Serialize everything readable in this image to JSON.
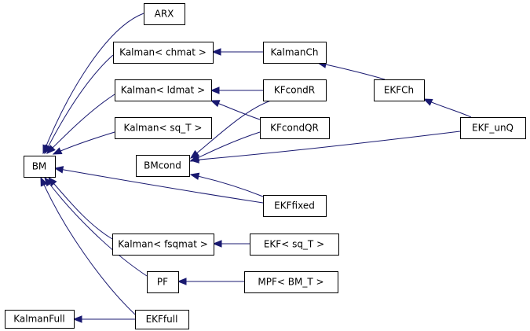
{
  "diagram": {
    "nodes": [
      {
        "id": "BM",
        "label": "BM"
      },
      {
        "id": "ARX",
        "label": "ARX"
      },
      {
        "id": "KalmanChmat",
        "label": "Kalman< chmat >"
      },
      {
        "id": "KalmanLdmat",
        "label": "Kalman< ldmat >"
      },
      {
        "id": "KalmanSqT",
        "label": "Kalman< sq_T >"
      },
      {
        "id": "BMcond",
        "label": "BMcond"
      },
      {
        "id": "KalmanFsqmat",
        "label": "Kalman< fsqmat >"
      },
      {
        "id": "PF",
        "label": "PF"
      },
      {
        "id": "KalmanFull",
        "label": "KalmanFull"
      },
      {
        "id": "EKFfull",
        "label": "EKFfull"
      },
      {
        "id": "KalmanCh",
        "label": "KalmanCh"
      },
      {
        "id": "KFcondR",
        "label": "KFcondR"
      },
      {
        "id": "KFcondQR",
        "label": "KFcondQR"
      },
      {
        "id": "EKFfixed",
        "label": "EKFfixed"
      },
      {
        "id": "EKFsqT",
        "label": "EKF< sq_T >"
      },
      {
        "id": "MPFBMT",
        "label": "MPF< BM_T >"
      },
      {
        "id": "EKFCh",
        "label": "EKFCh"
      },
      {
        "id": "EKFunQ",
        "label": "EKF_unQ"
      }
    ],
    "edges": [
      {
        "from": "ARX",
        "to": "BM"
      },
      {
        "from": "KalmanChmat",
        "to": "BM"
      },
      {
        "from": "KalmanLdmat",
        "to": "BM"
      },
      {
        "from": "KalmanSqT",
        "to": "BM"
      },
      {
        "from": "EKFfixed",
        "to": "BM"
      },
      {
        "from": "KalmanFsqmat",
        "to": "BM"
      },
      {
        "from": "PF",
        "to": "BM"
      },
      {
        "from": "EKFfull",
        "to": "BM"
      },
      {
        "from": "EKFfull",
        "to": "KalmanFull"
      },
      {
        "from": "KalmanCh",
        "to": "KalmanChmat"
      },
      {
        "from": "KFcondR",
        "to": "KalmanLdmat"
      },
      {
        "from": "KFcondQR",
        "to": "KalmanLdmat"
      },
      {
        "from": "KFcondR",
        "to": "BMcond"
      },
      {
        "from": "KFcondQR",
        "to": "BMcond"
      },
      {
        "from": "EKFfixed",
        "to": "BMcond"
      },
      {
        "from": "EKFunQ",
        "to": "BMcond"
      },
      {
        "from": "EKFsqT",
        "to": "KalmanFsqmat"
      },
      {
        "from": "MPFBMT",
        "to": "PF"
      },
      {
        "from": "EKFCh",
        "to": "KalmanCh"
      },
      {
        "from": "EKFunQ",
        "to": "EKFCh"
      }
    ]
  }
}
